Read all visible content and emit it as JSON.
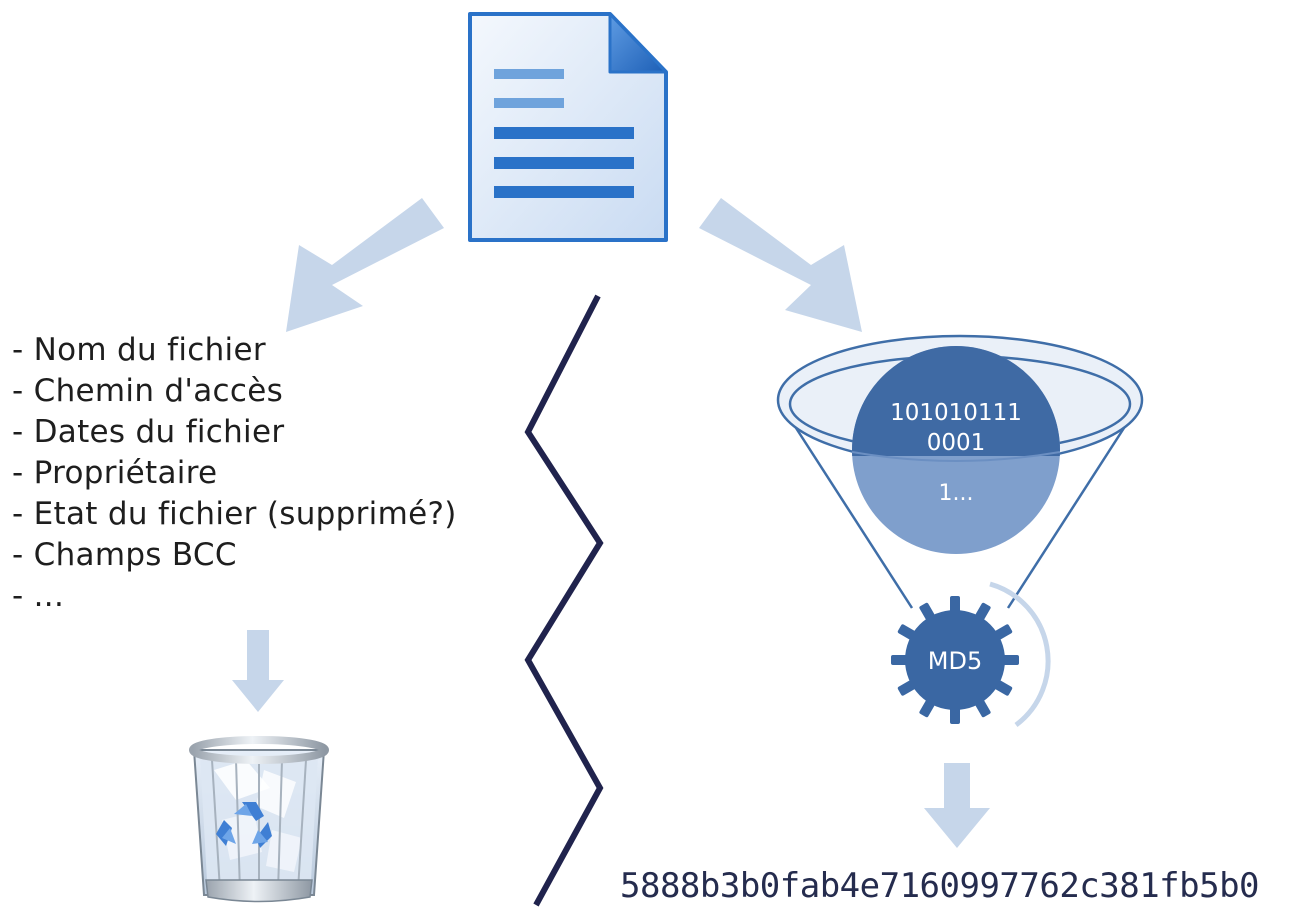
{
  "metadata_items": [
    "- Nom du fichier",
    "- Chemin d'accès",
    "- Dates du fichier",
    "- Propriétaire",
    "- Etat du fichier (supprimé?)",
    "- Champs BCC",
    "- ..."
  ],
  "binary": {
    "line1": "101010111",
    "line2": "0001",
    "line3": "1..."
  },
  "gear_label": "MD5",
  "hash_value": "5888b3b0fab4e7160997762c381fb5b0",
  "colors": {
    "arrow": "#c6d6ea",
    "document_blue": "#2a72c8",
    "document_fill": "#dde8f7",
    "funnel_stroke": "#3f6ea8",
    "sphere_dark": "#3f6aa4",
    "sphere_light": "#7f9fcc",
    "gear": "#3a67a3",
    "zigzag": "#20234d",
    "hash_text": "#252c4e"
  },
  "icons": [
    "document-icon",
    "recycle-bin-icon",
    "md5-gear-icon",
    "funnel-icon"
  ]
}
